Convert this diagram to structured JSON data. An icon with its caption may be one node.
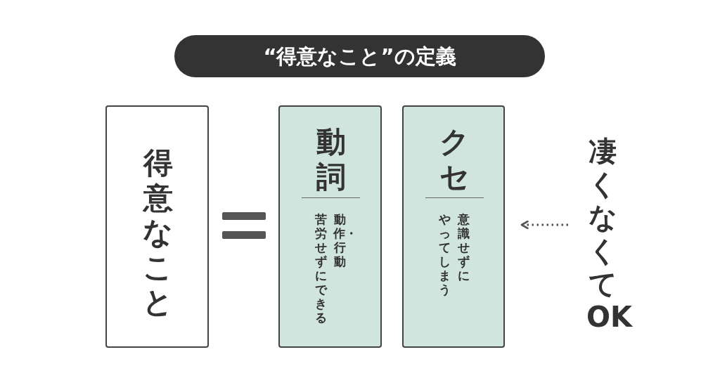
{
  "diagram": {
    "title": "“得意なこと”の定義",
    "nodes": [
      {
        "text": [
          "得意なこと"
        ]
      },
      {
        "text": [
          "動詞",
          "苦労せずにできる",
          "動作・行動"
        ]
      },
      {
        "text": [
          "クセ",
          "やってしまう",
          "意識せずに"
        ]
      },
      {
        "text": [
          "凄くなくてOK"
        ]
      }
    ],
    "edges": [
      {
        "from": 3,
        "to": 2,
        "arrow": "to",
        "style": "dashed"
      }
    ]
  }
}
